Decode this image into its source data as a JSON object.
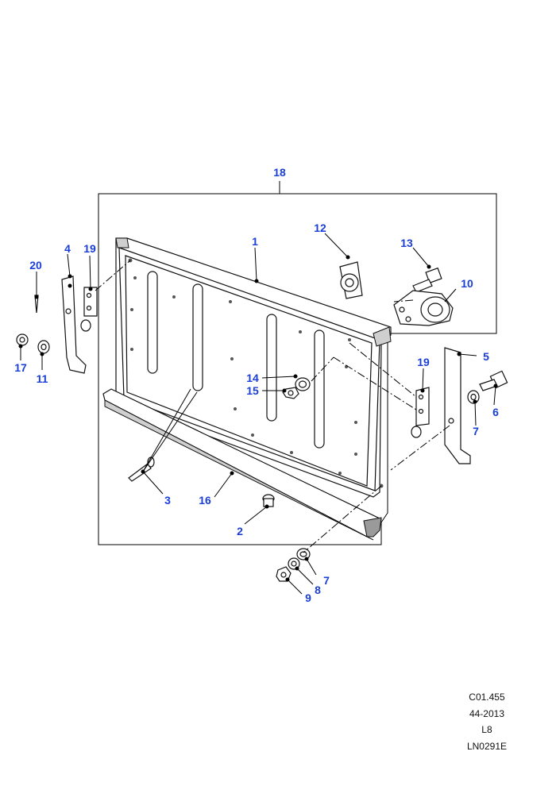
{
  "callouts": [
    {
      "id": "c18",
      "label": "18"
    },
    {
      "id": "c1",
      "label": "1"
    },
    {
      "id": "c12",
      "label": "12"
    },
    {
      "id": "c13",
      "label": "13"
    },
    {
      "id": "c10",
      "label": "10"
    },
    {
      "id": "c4",
      "label": "4"
    },
    {
      "id": "c19a",
      "label": "19"
    },
    {
      "id": "c20",
      "label": "20"
    },
    {
      "id": "c17",
      "label": "17"
    },
    {
      "id": "c11",
      "label": "11"
    },
    {
      "id": "c14",
      "label": "14"
    },
    {
      "id": "c15",
      "label": "15"
    },
    {
      "id": "c19b",
      "label": "19"
    },
    {
      "id": "c5",
      "label": "5"
    },
    {
      "id": "c6",
      "label": "6"
    },
    {
      "id": "c7a",
      "label": "7"
    },
    {
      "id": "c3",
      "label": "3"
    },
    {
      "id": "c16",
      "label": "16"
    },
    {
      "id": "c2",
      "label": "2"
    },
    {
      "id": "c7b",
      "label": "7"
    },
    {
      "id": "c8",
      "label": "8"
    },
    {
      "id": "c9",
      "label": "9"
    }
  ],
  "footer": {
    "line1": "C01.455",
    "line2": "44-2013",
    "line3": "L8",
    "line4": "LN0291E"
  },
  "colors": {
    "callout": "#1b3fd6",
    "linework": "#000000",
    "background": "#ffffff"
  }
}
